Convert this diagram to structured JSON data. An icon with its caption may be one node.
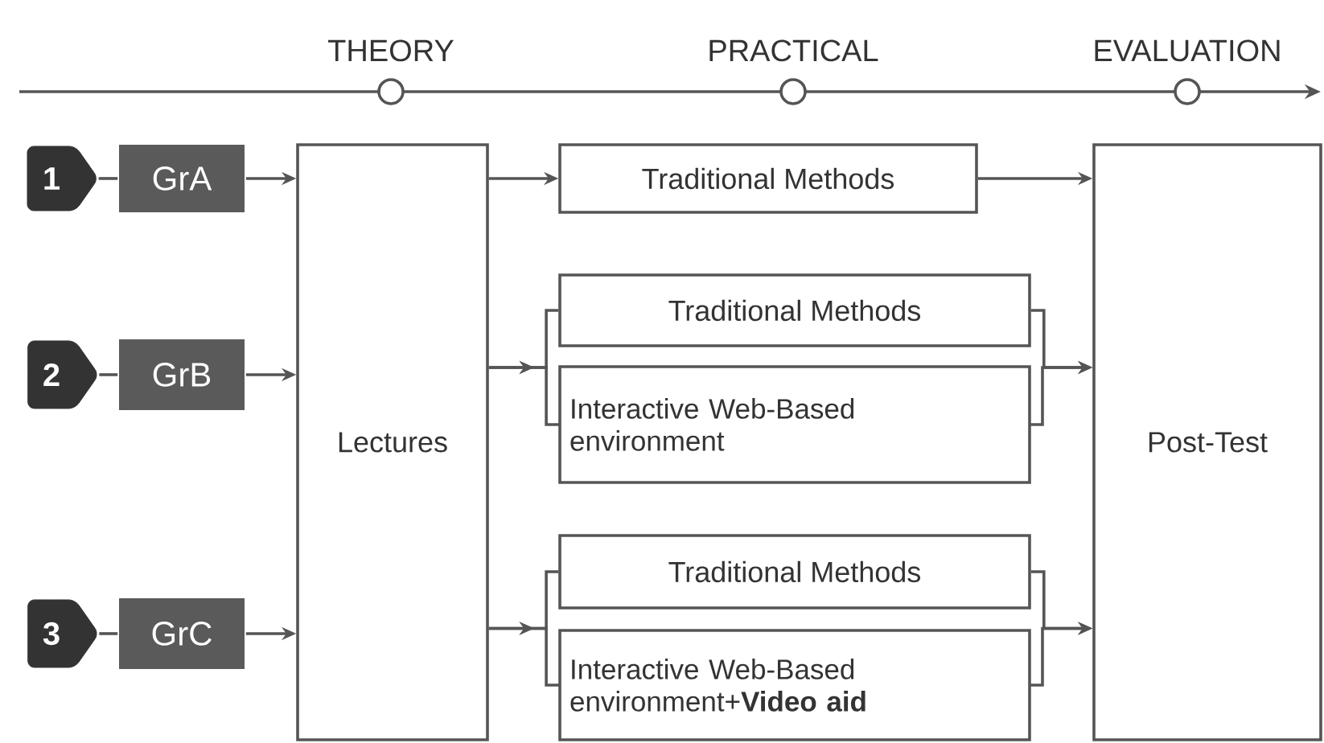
{
  "diagram": {
    "nodes": [
      {
        "text": [
          "1"
        ]
      },
      {
        "text": [
          "GrA"
        ]
      },
      {
        "text": [
          "2"
        ]
      },
      {
        "text": [
          "GrB"
        ]
      },
      {
        "text": [
          "3"
        ]
      },
      {
        "text": [
          "GrC"
        ]
      },
      {
        "text": [
          "Lectures"
        ]
      },
      {
        "text": [
          "Traditional Methods"
        ]
      },
      {
        "text": [
          "Traditional Methods"
        ]
      },
      {
        "text": [
          "Interactive Web-Based environment"
        ]
      },
      {
        "text": [
          "Traditional Methods"
        ]
      },
      {
        "text": [
          "Interactive Web-Based environment+**Video aid**"
        ]
      },
      {
        "text": [
          "Post-Test"
        ]
      }
    ],
    "edges": [
      {
        "from": 0,
        "to": 1,
        "arrow": "none"
      },
      {
        "from": 1,
        "to": 6,
        "arrow": "to"
      },
      {
        "from": 2,
        "to": 3,
        "arrow": "none"
      },
      {
        "from": 3,
        "to": 6,
        "arrow": "to"
      },
      {
        "from": 4,
        "to": 5,
        "arrow": "none"
      },
      {
        "from": 5,
        "to": 6,
        "arrow": "to"
      },
      {
        "from": 6,
        "to": 7,
        "arrow": "to"
      },
      {
        "from": 7,
        "to": 12,
        "arrow": "to"
      },
      {
        "from": 6,
        "to": 8,
        "arrow": "to"
      },
      {
        "from": 6,
        "to": 9,
        "arrow": "to"
      },
      {
        "from": 8,
        "to": 12,
        "arrow": "to"
      },
      {
        "from": 9,
        "to": 12,
        "arrow": "to"
      },
      {
        "from": 6,
        "to": 10,
        "arrow": "to"
      },
      {
        "from": 6,
        "to": 11,
        "arrow": "to"
      },
      {
        "from": 10,
        "to": 12,
        "arrow": "to"
      },
      {
        "from": 11,
        "to": 12,
        "arrow": "to"
      }
    ],
    "labels": [
      "THEORY",
      "PRACTICAL",
      "EVALUATION"
    ]
  }
}
